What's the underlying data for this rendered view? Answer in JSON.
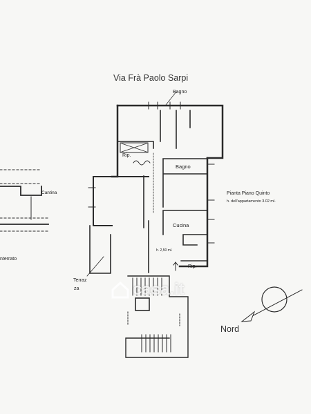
{
  "plan": {
    "street": "Via Frà Paolo Sarpi",
    "rooms": {
      "bagno_top": "Bagno",
      "ripostiglio_top": "Rip.",
      "bagno": "Bagno",
      "cucina": "Cucina",
      "ripostiglio_bottom": "Rip.",
      "cantina": "Cantina"
    },
    "floor_title": "Pianta Piano Quinto",
    "apartment_height": "h. dell'appartamento 3.02 ml.",
    "terrace_height": "h. 2,50 ml.",
    "terrace_label_line1": "Terraz",
    "terrace_label_line2": "za",
    "basement_label": "nterrato",
    "north_label": "Nord",
    "stroke_color": "#2a2a2a"
  },
  "watermark": {
    "text": "casa.it",
    "icon": "house-icon"
  }
}
